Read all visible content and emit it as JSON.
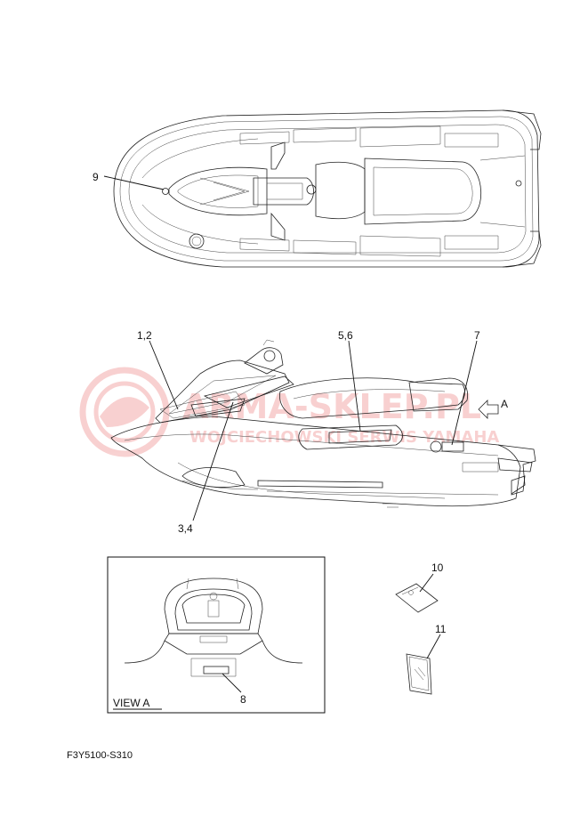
{
  "diagram": {
    "figure_code": "F3Y5100-S310",
    "view_label": "VIEW A",
    "arrow_label": "A",
    "watermark": {
      "main": "ARMA-SKLEP.PL",
      "sub": "WOJCIECHOWSKI SERWIS YAMAHA",
      "color": "#e03030"
    },
    "callouts": {
      "c9": "9",
      "c12": "1,2",
      "c56": "5,6",
      "c7": "7",
      "c34": "3,4",
      "c10": "10",
      "c11": "11",
      "c8": "8"
    }
  }
}
